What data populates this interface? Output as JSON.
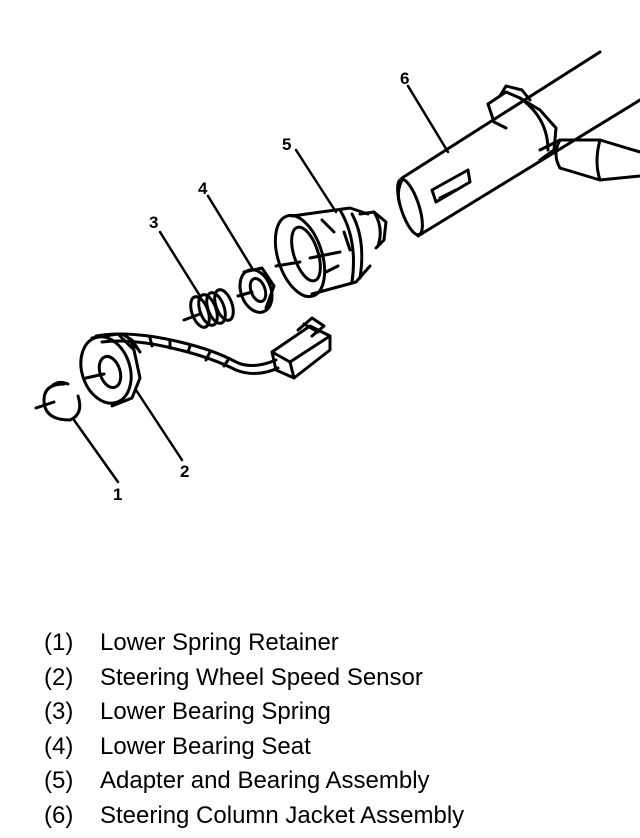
{
  "callouts": [
    "1",
    "2",
    "3",
    "4",
    "5",
    "6"
  ],
  "legend": [
    {
      "num": "(1)",
      "text": "Lower Spring Retainer"
    },
    {
      "num": "(2)",
      "text": "Steering Wheel Speed Sensor"
    },
    {
      "num": "(3)",
      "text": "Lower Bearing Spring"
    },
    {
      "num": "(4)",
      "text": "Lower Bearing Seat"
    },
    {
      "num": "(5)",
      "text": "Adapter and Bearing Assembly"
    },
    {
      "num": "(6)",
      "text": "Steering Column Jacket Assembly"
    }
  ]
}
